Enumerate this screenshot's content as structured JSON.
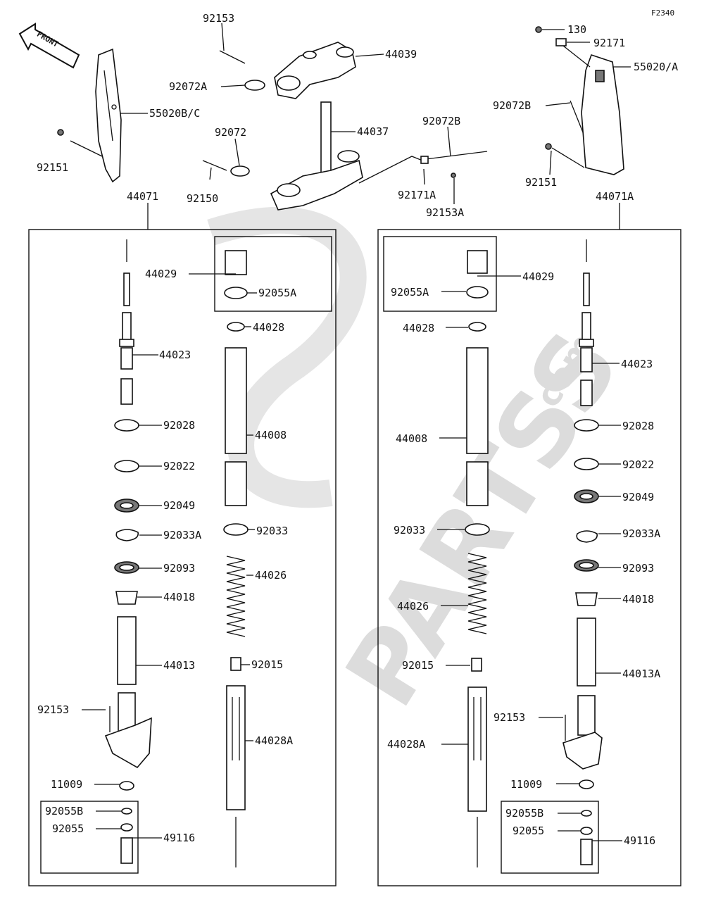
{
  "diagram_code": "F2340",
  "front_label": "FRONT",
  "watermark": {
    "main": "PARTSS",
    "suffix": ".com"
  },
  "colors": {
    "ink": "#111111",
    "watermark": "#d9d9d9",
    "background": "#ffffff"
  },
  "top_labels": {
    "l92153": "92153",
    "l44039": "44039",
    "l92072A": "92072A",
    "l55020BC": "55020B/C",
    "l92151_left": "92151",
    "l92072": "92072",
    "l44037": "44037",
    "l92150": "92150",
    "l92072B_mid": "92072B",
    "l92171A": "92171A",
    "l92153A": "92153A",
    "l130": "130",
    "l92171": "92171",
    "l55020A": "55020/A",
    "l92072B_right": "92072B",
    "l92151_right": "92151",
    "l44071": "44071",
    "l44071A": "44071A"
  },
  "left_fork": {
    "l44029": "44029",
    "l92055A": "92055A",
    "l44028": "44028",
    "l44023": "44023",
    "l44008": "44008",
    "l92028": "92028",
    "l92022": "92022",
    "l92049": "92049",
    "l92033": "92033",
    "l92033A": "92033A",
    "l92093": "92093",
    "l44026": "44026",
    "l44018": "44018",
    "l44013": "44013",
    "l92015": "92015",
    "l92153": "92153",
    "l44028A": "44028A",
    "l11009": "11009",
    "l92055B": "92055B",
    "l92055": "92055",
    "l49116": "49116"
  },
  "right_fork": {
    "l44029": "44029",
    "l92055A": "92055A",
    "l44028": "44028",
    "l44023": "44023",
    "l92028": "92028",
    "l44008": "44008",
    "l92022": "92022",
    "l92049": "92049",
    "l92033": "92033",
    "l92033A": "92033A",
    "l92093": "92093",
    "l44018": "44018",
    "l44026": "44026",
    "l44013A": "44013A",
    "l92015": "92015",
    "l92153": "92153",
    "l44028A": "44028A",
    "l11009": "11009",
    "l92055B": "92055B",
    "l92055": "92055",
    "l49116": "49116"
  }
}
